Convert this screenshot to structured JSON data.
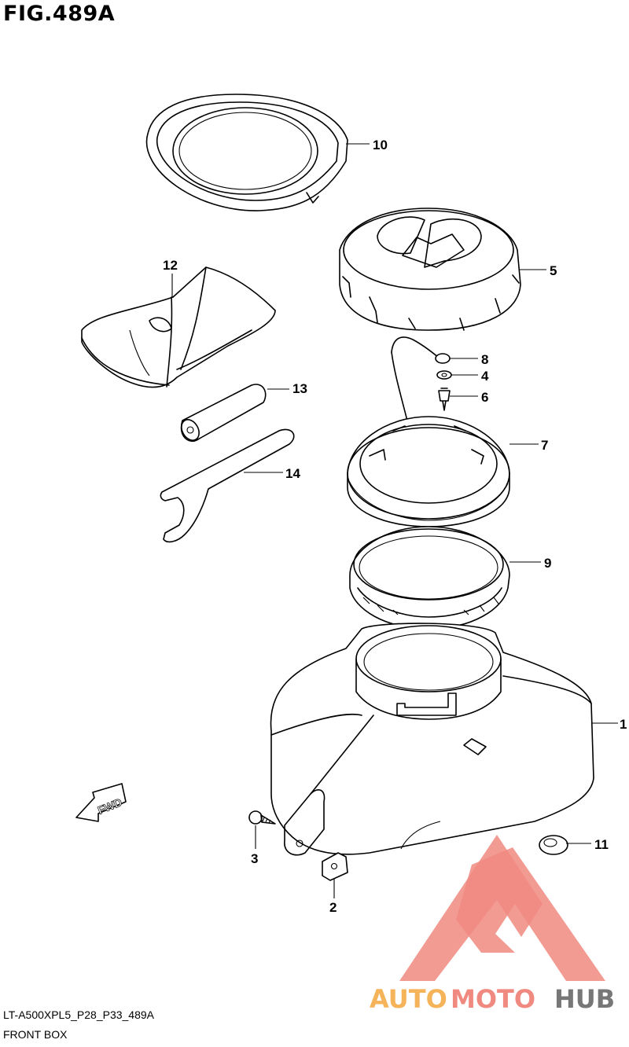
{
  "figure": {
    "title": "FIG.489A"
  },
  "footer": {
    "code": "LT-A500XPL5_P28_P33_489A",
    "name": "FRONT BOX"
  },
  "direction_label": "FWD",
  "logo": {
    "text_auto": "AUTO",
    "text_moto": "MOTO",
    "text_hub": "HUB",
    "color_triangle": "#f08a80",
    "color_auto": "#f5b35a",
    "color_moto": "#f08a80",
    "color_hub": "#777777"
  },
  "callouts": [
    {
      "id": "10",
      "label": "10"
    },
    {
      "id": "5",
      "label": "5"
    },
    {
      "id": "12",
      "label": "12"
    },
    {
      "id": "8",
      "label": "8"
    },
    {
      "id": "4",
      "label": "4"
    },
    {
      "id": "6",
      "label": "6"
    },
    {
      "id": "13",
      "label": "13"
    },
    {
      "id": "7",
      "label": "7"
    },
    {
      "id": "14",
      "label": "14"
    },
    {
      "id": "9",
      "label": "9"
    },
    {
      "id": "1",
      "label": "1"
    },
    {
      "id": "11",
      "label": "11"
    },
    {
      "id": "3",
      "label": "3"
    },
    {
      "id": "2",
      "label": "2"
    }
  ]
}
